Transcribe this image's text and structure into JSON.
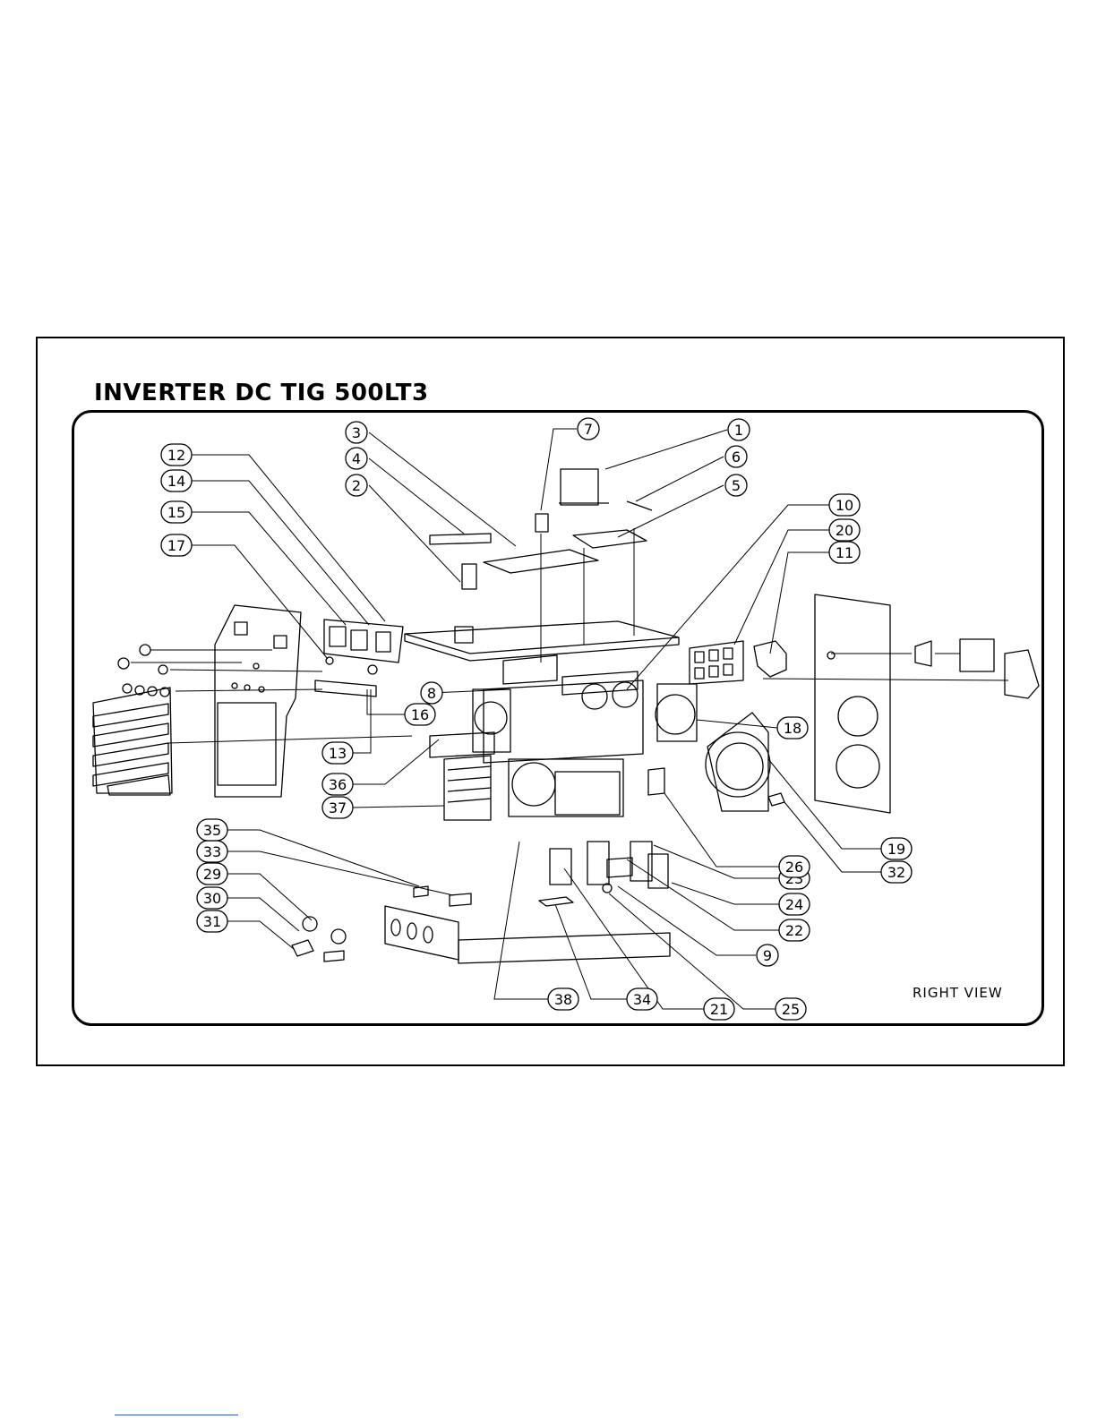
{
  "title": "INVERTER DC TIG 500LT3",
  "view_label": "RIGHT VIEW",
  "callouts": [
    {
      "label": "1"
    },
    {
      "label": "2"
    },
    {
      "label": "3"
    },
    {
      "label": "4"
    },
    {
      "label": "5"
    },
    {
      "label": "6"
    },
    {
      "label": "7"
    },
    {
      "label": "8"
    },
    {
      "label": "9"
    },
    {
      "label": "10"
    },
    {
      "label": "11"
    },
    {
      "label": "12"
    },
    {
      "label": "13"
    },
    {
      "label": "14"
    },
    {
      "label": "15"
    },
    {
      "label": "16"
    },
    {
      "label": "17"
    },
    {
      "label": "18"
    },
    {
      "label": "19"
    },
    {
      "label": "20"
    },
    {
      "label": "21"
    },
    {
      "label": "22"
    },
    {
      "label": "23"
    },
    {
      "label": "24"
    },
    {
      "label": "25"
    },
    {
      "label": "26"
    },
    {
      "label": "29"
    },
    {
      "label": "30"
    },
    {
      "label": "31"
    },
    {
      "label": "32"
    },
    {
      "label": "33"
    },
    {
      "label": "34"
    },
    {
      "label": "35"
    },
    {
      "label": "36"
    },
    {
      "label": "37"
    },
    {
      "label": "38"
    }
  ]
}
